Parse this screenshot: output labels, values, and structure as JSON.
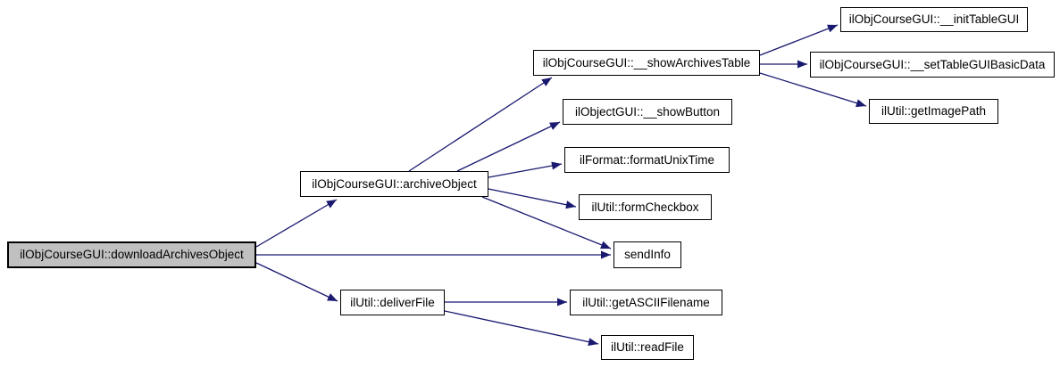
{
  "diagram": {
    "type": "call-graph",
    "colors": {
      "edge": "#191970",
      "node_border": "#000000",
      "node_fill": "#ffffff",
      "highlight_fill": "#c0c0c0",
      "background": "#ffffff"
    },
    "nodes": [
      {
        "label": "ilObjCourseGUI::downloadArchivesObject",
        "highlighted": true
      },
      {
        "label": "ilObjCourseGUI::archiveObject",
        "highlighted": false
      },
      {
        "label": "ilUtil::deliverFile",
        "highlighted": false
      },
      {
        "label": "ilObjCourseGUI::__showArchivesTable",
        "highlighted": false
      },
      {
        "label": "ilObjectGUI::__showButton",
        "highlighted": false
      },
      {
        "label": "ilFormat::formatUnixTime",
        "highlighted": false
      },
      {
        "label": "ilUtil::formCheckbox",
        "highlighted": false
      },
      {
        "label": "sendInfo",
        "highlighted": false
      },
      {
        "label": "ilObjCourseGUI::__initTableGUI",
        "highlighted": false
      },
      {
        "label": "ilObjCourseGUI::__setTableGUIBasicData",
        "highlighted": false
      },
      {
        "label": "ilUtil::getImagePath",
        "highlighted": false
      },
      {
        "label": "ilUtil::getASCIIFilename",
        "highlighted": false
      },
      {
        "label": "ilUtil::readFile",
        "highlighted": false
      }
    ],
    "edges": [
      {
        "from": "ilObjCourseGUI::downloadArchivesObject",
        "to": "ilObjCourseGUI::archiveObject"
      },
      {
        "from": "ilObjCourseGUI::downloadArchivesObject",
        "to": "sendInfo"
      },
      {
        "from": "ilObjCourseGUI::downloadArchivesObject",
        "to": "ilUtil::deliverFile"
      },
      {
        "from": "ilObjCourseGUI::archiveObject",
        "to": "ilObjCourseGUI::__showArchivesTable"
      },
      {
        "from": "ilObjCourseGUI::archiveObject",
        "to": "ilObjectGUI::__showButton"
      },
      {
        "from": "ilObjCourseGUI::archiveObject",
        "to": "ilFormat::formatUnixTime"
      },
      {
        "from": "ilObjCourseGUI::archiveObject",
        "to": "ilUtil::formCheckbox"
      },
      {
        "from": "ilObjCourseGUI::archiveObject",
        "to": "sendInfo"
      },
      {
        "from": "ilObjCourseGUI::__showArchivesTable",
        "to": "ilObjCourseGUI::__initTableGUI"
      },
      {
        "from": "ilObjCourseGUI::__showArchivesTable",
        "to": "ilObjCourseGUI::__setTableGUIBasicData"
      },
      {
        "from": "ilObjCourseGUI::__showArchivesTable",
        "to": "ilUtil::getImagePath"
      },
      {
        "from": "ilUtil::deliverFile",
        "to": "ilUtil::getASCIIFilename"
      },
      {
        "from": "ilUtil::deliverFile",
        "to": "ilUtil::readFile"
      }
    ]
  }
}
